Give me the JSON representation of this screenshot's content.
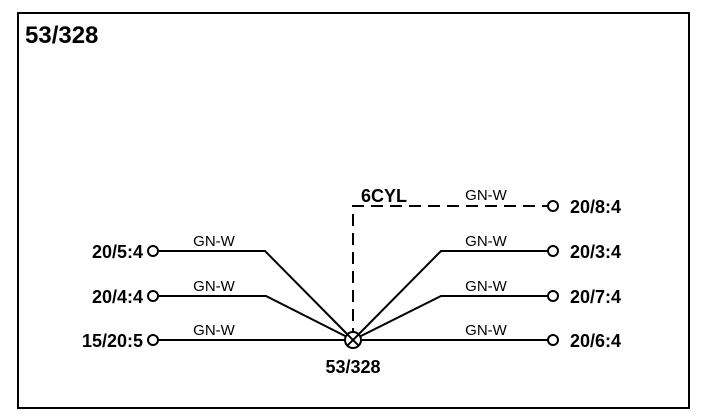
{
  "diagram": {
    "title": "53/328",
    "splice_label": "53/328",
    "option_label": "6CYL",
    "connectors": {
      "left_top": "20/5:4",
      "left_mid": "20/4:4",
      "left_bottom": "15/20:5",
      "right_dashed": "20/8:4",
      "right_top": "20/3:4",
      "right_mid": "20/7:4",
      "right_bottom": "20/6:4"
    },
    "wires": {
      "left_top": "GN-W",
      "left_mid": "GN-W",
      "left_bottom": "GN-W",
      "right_dashed": "GN-W",
      "right_top": "GN-W",
      "right_mid": "GN-W",
      "right_bottom": "GN-W"
    }
  }
}
